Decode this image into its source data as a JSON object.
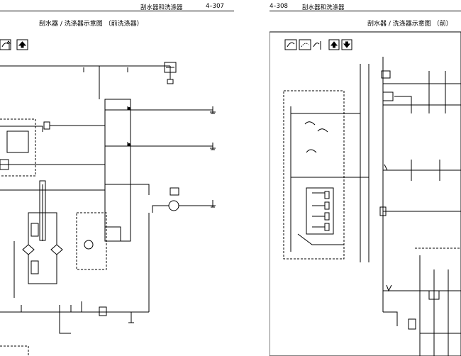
{
  "left_page": {
    "section_title": "刮水器和洗涤器",
    "page_number": "4–307",
    "diagram_title": "刮水器 / 洗涤器示意图 （前洗涤器）"
  },
  "right_page": {
    "page_number": "4–308",
    "section_title": "刮水器和洗涤器",
    "diagram_title": "刮水器 / 洗涤器示意图 （前）"
  },
  "icons": [
    "wiper-icon",
    "washer-icon",
    "up-arrow-icon",
    "down-arrow-icon"
  ],
  "colors": {
    "line": "#000000",
    "background": "#ffffff"
  }
}
